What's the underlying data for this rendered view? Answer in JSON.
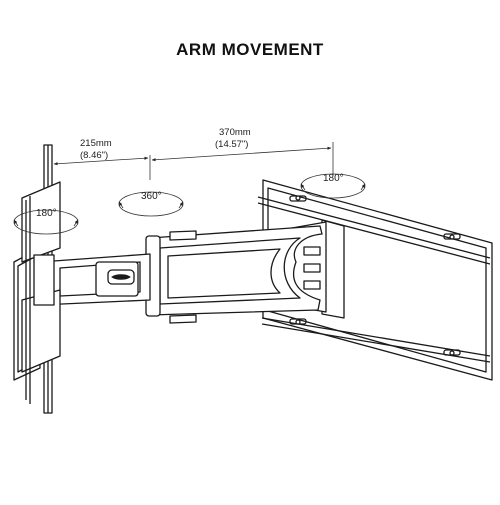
{
  "title": "ARM MOVEMENT",
  "dimensions": [
    {
      "metric": "215mm",
      "imperial": "(8.46\")"
    },
    {
      "metric": "370mm",
      "imperial": "(14.57\")"
    }
  ],
  "rotations": [
    "180°",
    "360°",
    "180°"
  ]
}
